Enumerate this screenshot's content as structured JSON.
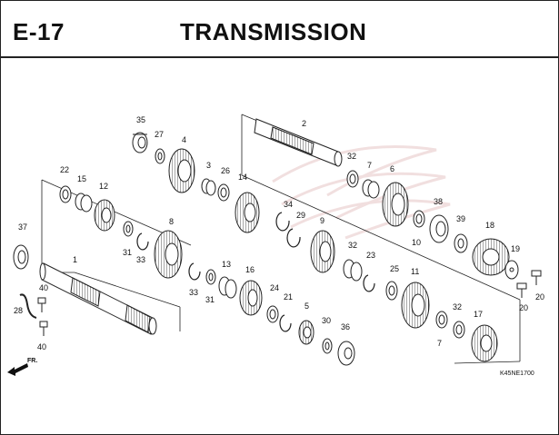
{
  "header": {
    "section_code": "E-17",
    "title": "TRANSMISSION"
  },
  "diagram_ref": "K45NE1700",
  "direction_label": "FR.",
  "callouts": [
    "35",
    "27",
    "4",
    "2",
    "3",
    "26",
    "32",
    "7",
    "6",
    "22",
    "15",
    "12",
    "14",
    "34",
    "29",
    "38",
    "39",
    "18",
    "37",
    "8",
    "9",
    "10",
    "32",
    "23",
    "25",
    "11",
    "19",
    "20",
    "31",
    "33",
    "13",
    "16",
    "24",
    "21",
    "5",
    "30",
    "36",
    "20",
    "1",
    "40",
    "33",
    "31",
    "32",
    "17",
    "28",
    "40",
    "7"
  ],
  "colors": {
    "ink": "#111111",
    "line": "#222222",
    "watermark": "#e6c6c6"
  }
}
